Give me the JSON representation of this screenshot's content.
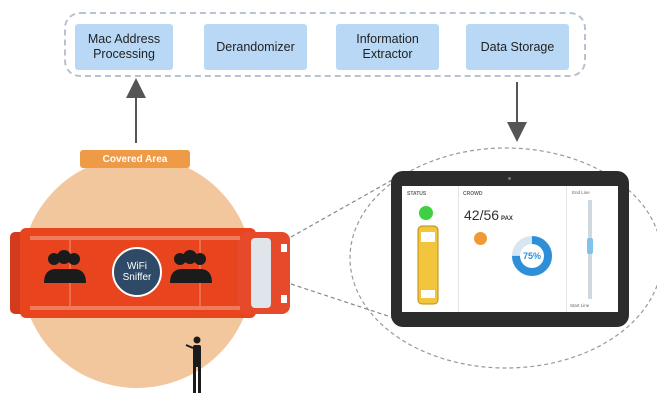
{
  "pipeline": {
    "boxes": [
      {
        "label": "Mac Address\nProcessing"
      },
      {
        "label": "Derandomizer"
      },
      {
        "label": "Information\nExtractor"
      },
      {
        "label": "Data Storage"
      }
    ]
  },
  "coverage": {
    "label": "Covered Area"
  },
  "sniffer": {
    "label": "WiFi\nSniffer"
  },
  "dashboard": {
    "status_header": "STATUS",
    "crowd_header": "CROWD",
    "crowd_count": "42/56",
    "crowd_unit": "PAX",
    "occupancy_pct": "75%",
    "occupancy_fraction": 0.75,
    "slider_end_label": "End Line",
    "slider_start_label": "Start Line"
  },
  "colors": {
    "box_fill": "#b8d8f5",
    "coverage_fill": "#f3c79e",
    "bus_body": "#e8451e",
    "label_orange": "#ef9a47",
    "sniffer_fill": "#2f4a66",
    "status_green": "#3fd042",
    "donut_blue": "#2e8fd8"
  }
}
